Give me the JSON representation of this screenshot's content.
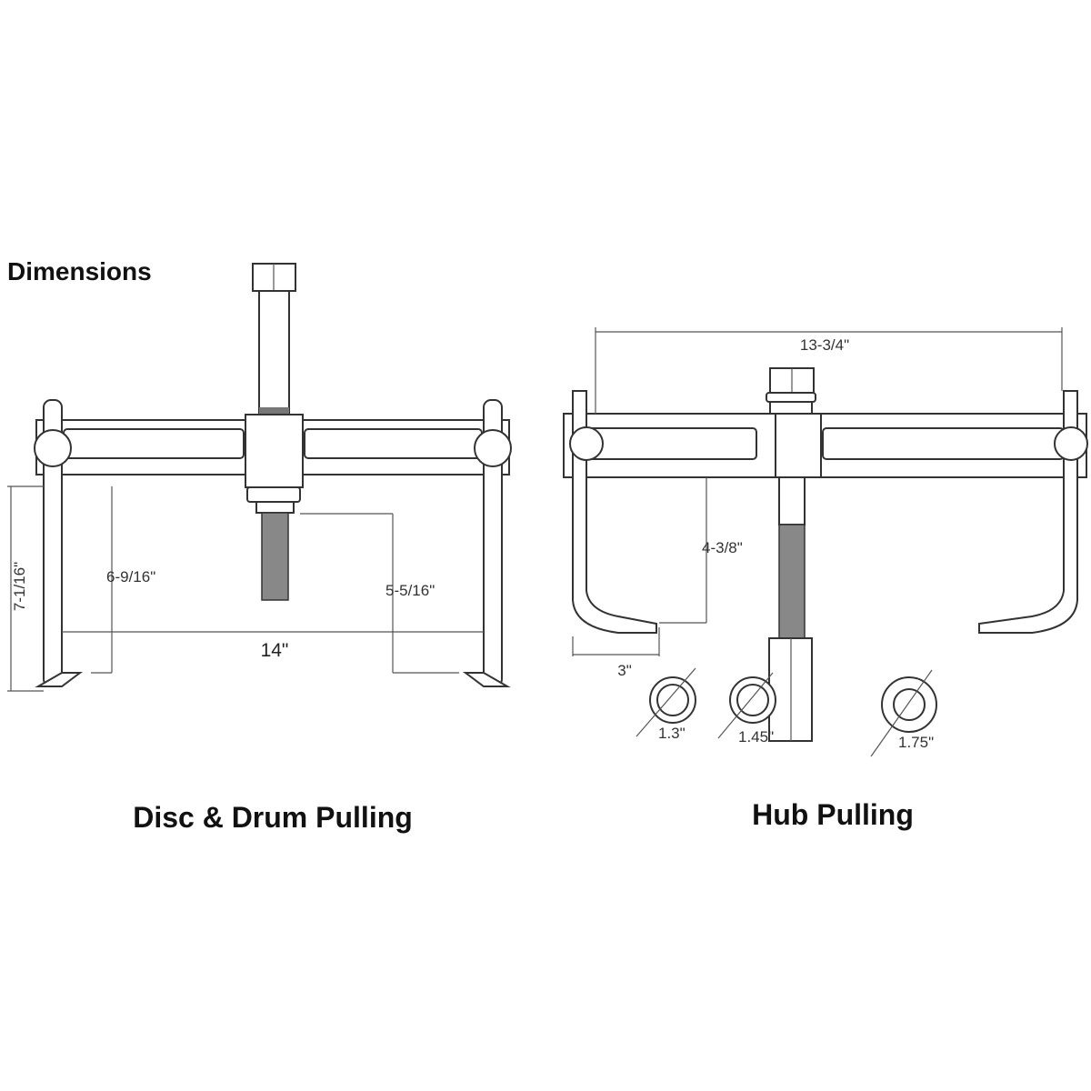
{
  "heading": "Dimensions",
  "disc_drum": {
    "title": "Disc & Drum Pulling",
    "dims": {
      "total_height": "7-1/16\"",
      "reach_left": "6-9/16\"",
      "reach_right": "5-5/16\"",
      "spread": "14\""
    }
  },
  "hub": {
    "title": "Hub Pulling",
    "dims": {
      "spread": "13-3/4\"",
      "reach": "4-3/8\"",
      "jaw": "3\""
    },
    "adapters": [
      "1.3\"",
      "1.45\"",
      "1.75\""
    ]
  }
}
